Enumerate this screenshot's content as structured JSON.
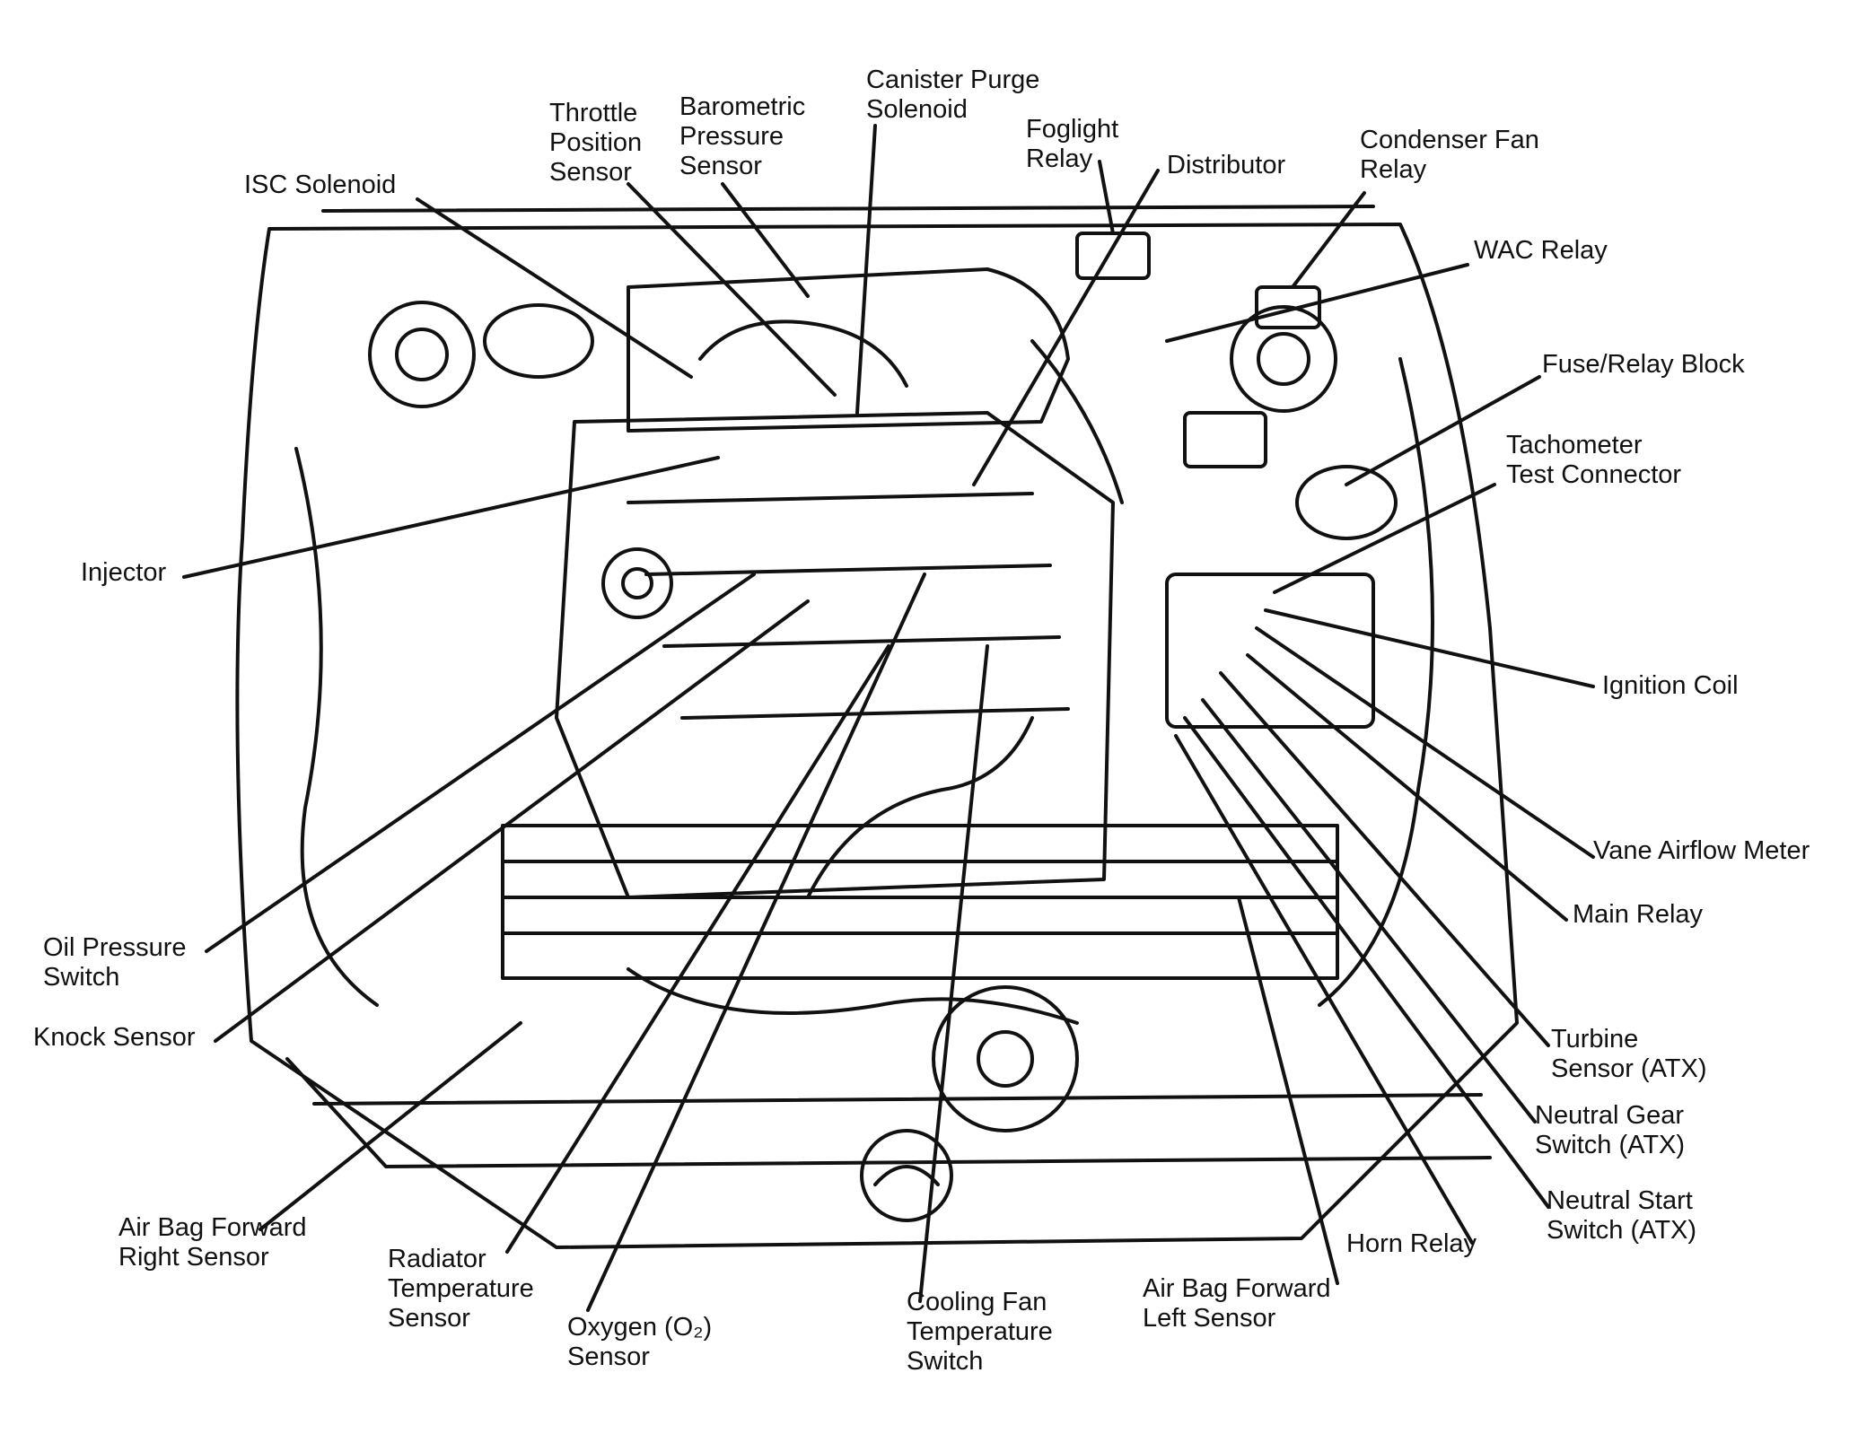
{
  "colors": {
    "ink": "#111111",
    "background": "#ffffff"
  },
  "labels": {
    "throttle_position_sensor": [
      "Throttle",
      "Position",
      "Sensor"
    ],
    "barometric_pressure_sensor": [
      "Barometric",
      "Pressure",
      "Sensor"
    ],
    "canister_purge_solenoid": [
      "Canister Purge",
      "Solenoid"
    ],
    "foglight_relay": [
      "Foglight",
      "Relay"
    ],
    "distributor": [
      "Distributor"
    ],
    "condenser_fan_relay": [
      "Condenser Fan",
      "Relay"
    ],
    "isc_solenoid": [
      "ISC Solenoid"
    ],
    "wac_relay": [
      "WAC Relay"
    ],
    "fuse_relay_block": [
      "Fuse/Relay Block"
    ],
    "tachometer_test_connector": [
      "Tachometer",
      "Test Connector"
    ],
    "injector": [
      "Injector"
    ],
    "ignition_coil": [
      "Ignition Coil"
    ],
    "vane_airflow_meter": [
      "Vane Airflow Meter"
    ],
    "main_relay": [
      "Main Relay"
    ],
    "oil_pressure_switch": [
      "Oil Pressure",
      "Switch"
    ],
    "knock_sensor": [
      "Knock Sensor"
    ],
    "turbine_sensor": [
      "Turbine",
      "Sensor (ATX)"
    ],
    "neutral_gear_switch": [
      "Neutral Gear",
      "Switch (ATX)"
    ],
    "neutral_start_switch": [
      "Neutral Start",
      "Switch (ATX)"
    ],
    "horn_relay": [
      "Horn Relay"
    ],
    "air_bag_forward_right_sensor": [
      "Air Bag Forward",
      "Right Sensor"
    ],
    "radiator_temperature_sensor": [
      "Radiator",
      "Temperature",
      "Sensor"
    ],
    "oxygen_sensor": [
      "Oxygen (O₂)",
      "Sensor"
    ],
    "cooling_fan_temperature_switch": [
      "Cooling Fan",
      "Temperature",
      "Switch"
    ],
    "air_bag_forward_left_sensor": [
      "Air Bag Forward",
      "Left Sensor"
    ]
  }
}
